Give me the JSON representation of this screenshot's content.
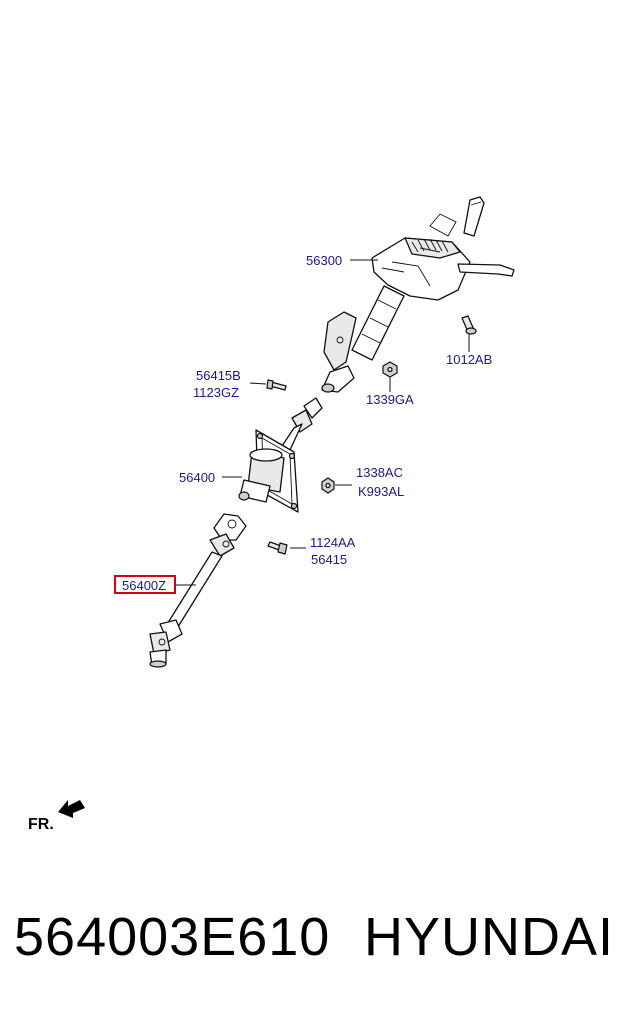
{
  "diagram": {
    "callouts": {
      "c56300": "56300",
      "c1012ab": "1012AB",
      "c56415b": "56415B",
      "c1123gz": "1123GZ",
      "c1339ga": "1339GA",
      "c56400": "56400",
      "c1338ac": "1338AC",
      "ck993al": "K993AL",
      "c1124aa": "1124AA",
      "c56415": "56415",
      "c56400z": "56400Z"
    },
    "highlight_color": "#d0021b",
    "direction_label": "FR."
  },
  "footer": {
    "part_number": "564003E610",
    "brand": "HYUNDAI"
  }
}
